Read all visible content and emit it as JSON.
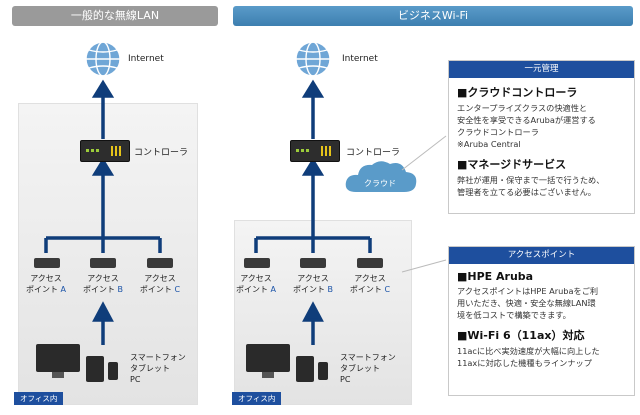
{
  "left": {
    "header": "一般的な無線LAN",
    "internet": "Internet",
    "controller": "コントローラ",
    "ap_prefix": "アクセス",
    "ap_word": "ポイント",
    "ap_letters": [
      "A",
      "B",
      "C"
    ],
    "devices": [
      "スマートフォン",
      "タブレット",
      "PC"
    ],
    "office": "オフィス内"
  },
  "right": {
    "header": "ビジネスWi-Fi",
    "internet": "Internet",
    "controller": "コントローラ",
    "cloud": "クラウド",
    "ap_prefix": "アクセス",
    "ap_word": "ポイント",
    "ap_letters": [
      "A",
      "B",
      "C"
    ],
    "devices": [
      "スマートフォン",
      "タブレット",
      "PC"
    ],
    "office": "オフィス内"
  },
  "panel_mgmt": {
    "title": "一元管理",
    "s1_heading": "■クラウドコントローラ",
    "s1_lines": [
      "エンタープライズクラスの快適性と",
      "安全性を享受できるArubaが運営する",
      "クラウドコントローラ",
      "※Aruba Central"
    ],
    "s2_heading": "■マネージドサービス",
    "s2_lines": [
      "弊社が運用・保守まで一括で行うため、",
      "管理者を立てる必要はございません。"
    ]
  },
  "panel_ap": {
    "title": "アクセスポイント",
    "s1_heading": "■HPE Aruba",
    "s1_lines": [
      "アクセスポイントはHPE Arubaをご利",
      "用いただき、快適・安全な無線LAN環",
      "境を低コストで構築できます。"
    ],
    "s2_heading": "■Wi-Fi 6（11ax）対応",
    "s2_lines": [
      "11acに比べ実効速度が大幅に向上した",
      "11axに対応した機種もラインナップ"
    ]
  },
  "colors": {
    "navy": "#0f3d7a",
    "accent_blue": "#1e4f9e",
    "header_gray": "#9a9a9a",
    "header_teal": "#3d7fb0",
    "bar_yellow": "#e6c41a"
  }
}
